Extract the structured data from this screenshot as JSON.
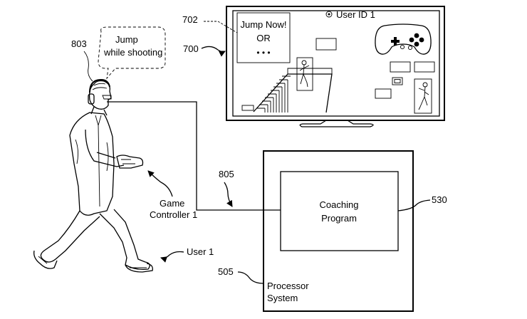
{
  "labels": {
    "ref_702": "702",
    "ref_700": "700",
    "ref_803": "803",
    "ref_805": "805",
    "ref_530": "530",
    "ref_505": "505",
    "user_id": "User ID 1",
    "hint_line1": "Jump Now!",
    "hint_line2": "OR",
    "hint_line3": "• • •",
    "speech_line1": "Jump",
    "speech_line2": "while shooting",
    "game_controller_line1": "Game",
    "game_controller_line2": "Controller 1",
    "user_label": "User 1",
    "coaching_line1": "Coaching",
    "coaching_line2": "Program",
    "processor_line1": "Processor",
    "processor_line2": "System"
  }
}
